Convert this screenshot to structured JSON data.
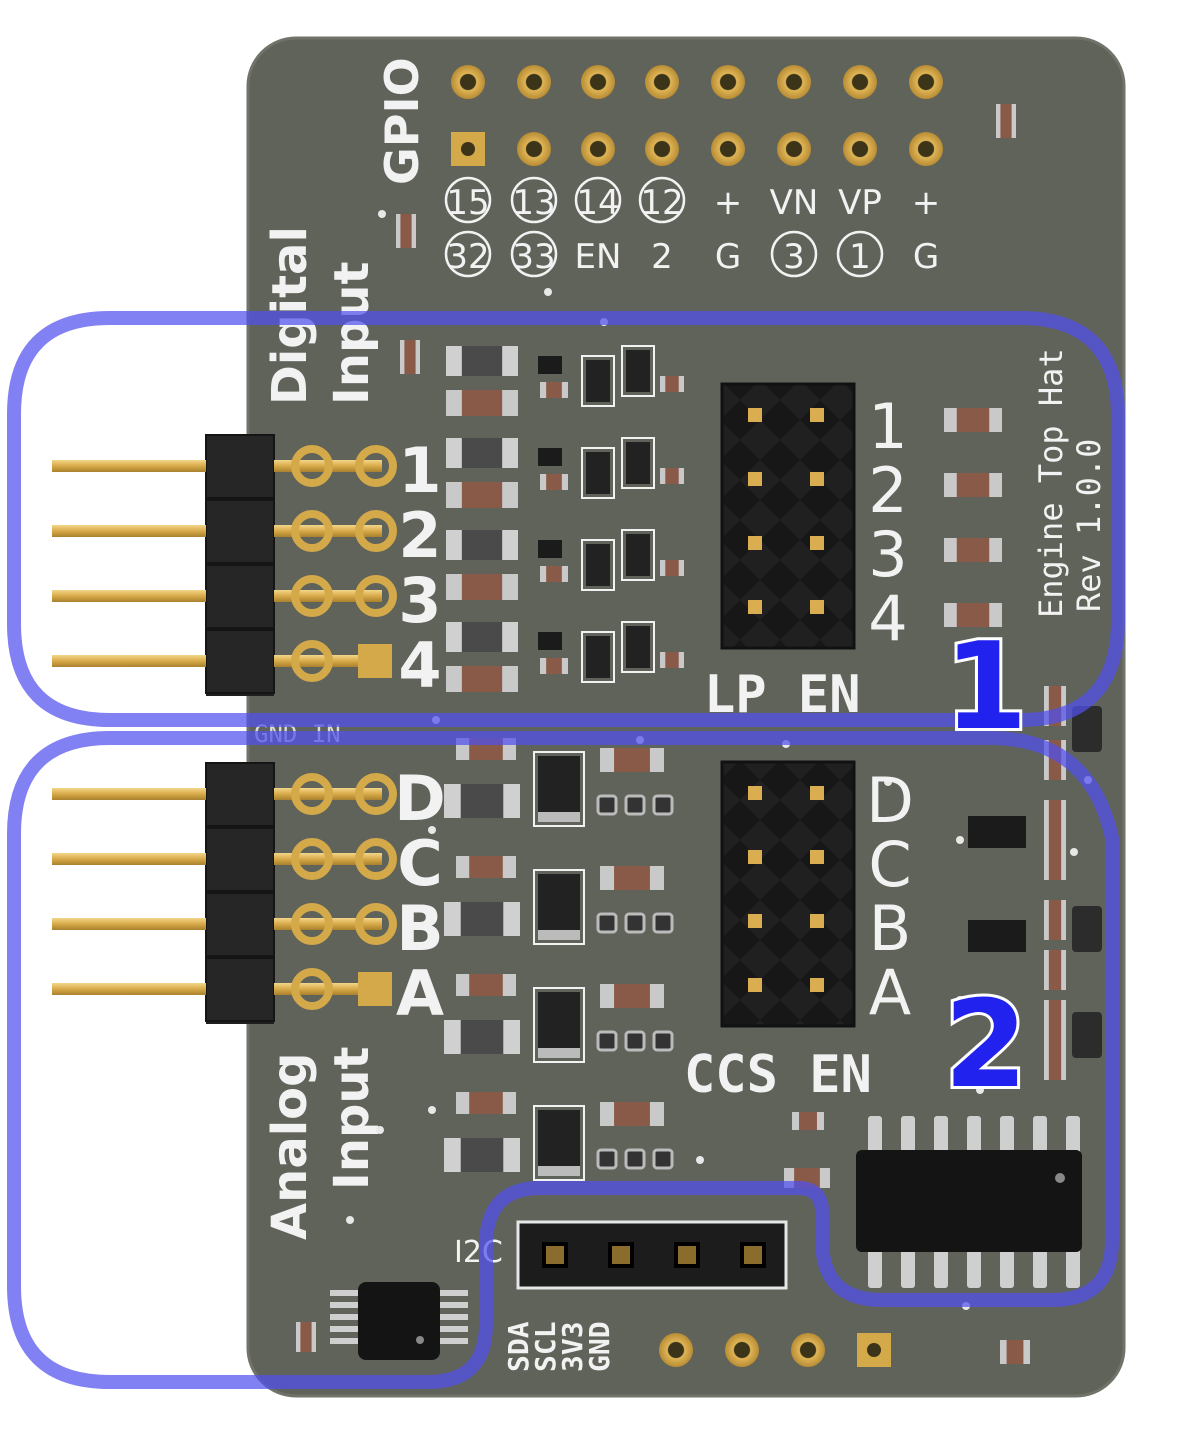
{
  "board": {
    "gpio_header_label": "GPIO",
    "gpio_top_labels": [
      "15",
      "13",
      "14",
      "12",
      "+",
      "VN",
      "VP",
      "+"
    ],
    "gpio_bottom_labels": [
      "32",
      "33",
      "EN",
      "2",
      "G",
      "3",
      "1",
      "G"
    ],
    "gpio_circled_top": [
      true,
      true,
      true,
      true,
      false,
      false,
      false,
      false
    ],
    "gpio_circled_bottom": [
      true,
      true,
      false,
      false,
      false,
      true,
      true,
      false
    ],
    "digital_input_label_1": "Digital",
    "digital_input_label_2": "Input",
    "analog_input_label_1": "Analog",
    "analog_input_label_2": "Input",
    "digital_pin_labels": [
      "1",
      "2",
      "3",
      "4"
    ],
    "analog_pin_labels": [
      "D",
      "C",
      "B",
      "A"
    ],
    "lp_en_label": "LP EN",
    "ccs_en_label": "CCS EN",
    "gnd_in_label": "GND IN",
    "board_name": "Engine Top Hat",
    "board_rev": "Rev 1.0.0",
    "i2c_label": "I2C",
    "i2c_pins": [
      "SDA",
      "SCL",
      "3V3",
      "GND"
    ]
  },
  "regions": [
    {
      "number": "1"
    },
    {
      "number": "2"
    }
  ],
  "colors": {
    "pcb": "#60635a",
    "silkscreen": "#f2f2f2",
    "gold": "#d4a94a",
    "header": "#1f1f1f",
    "highlight": "#5555ee"
  }
}
